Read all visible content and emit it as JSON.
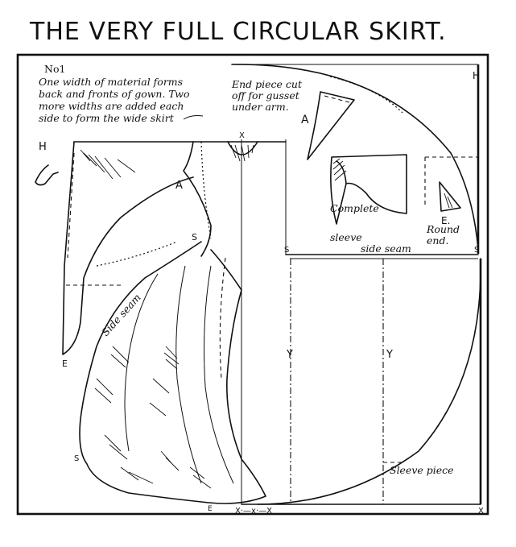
{
  "title": "THE VERY FULL CIRCULAR SKIRT.",
  "note": {
    "number": "No1",
    "lines": [
      "One width of material forms",
      "back and fronts of gown. Two",
      "more widths are added each",
      "side to form the wide skirt"
    ]
  },
  "gusset_note": {
    "lines": [
      "End piece cut",
      "off for gusset",
      "under arm."
    ]
  },
  "labels": {
    "H_left": "H",
    "H_right": "H",
    "A_figure": "A",
    "A_gusset": "A",
    "S_shoulder": "S",
    "S_right_top": "S",
    "S_pattern_left": "S",
    "S_hem_left": "S",
    "E_sleeve": "E",
    "E_round": "E.",
    "E_hem": "E",
    "X_neck": "X",
    "X_bottom_a": "X",
    "X_bottom_b": "X",
    "X_bottom_c": "X",
    "X_corner": "X",
    "Y_left": "Y",
    "Y_right": "Y",
    "bottom_mid": "X·—x·—X"
  },
  "captions": {
    "complete_sleeve": [
      "Complete",
      "sleeve"
    ],
    "round_end": [
      "Round",
      "end."
    ],
    "side_seam_right": "side seam",
    "side_seam_figure": "Side seam",
    "sleeve_piece": "Sleeve piece"
  }
}
